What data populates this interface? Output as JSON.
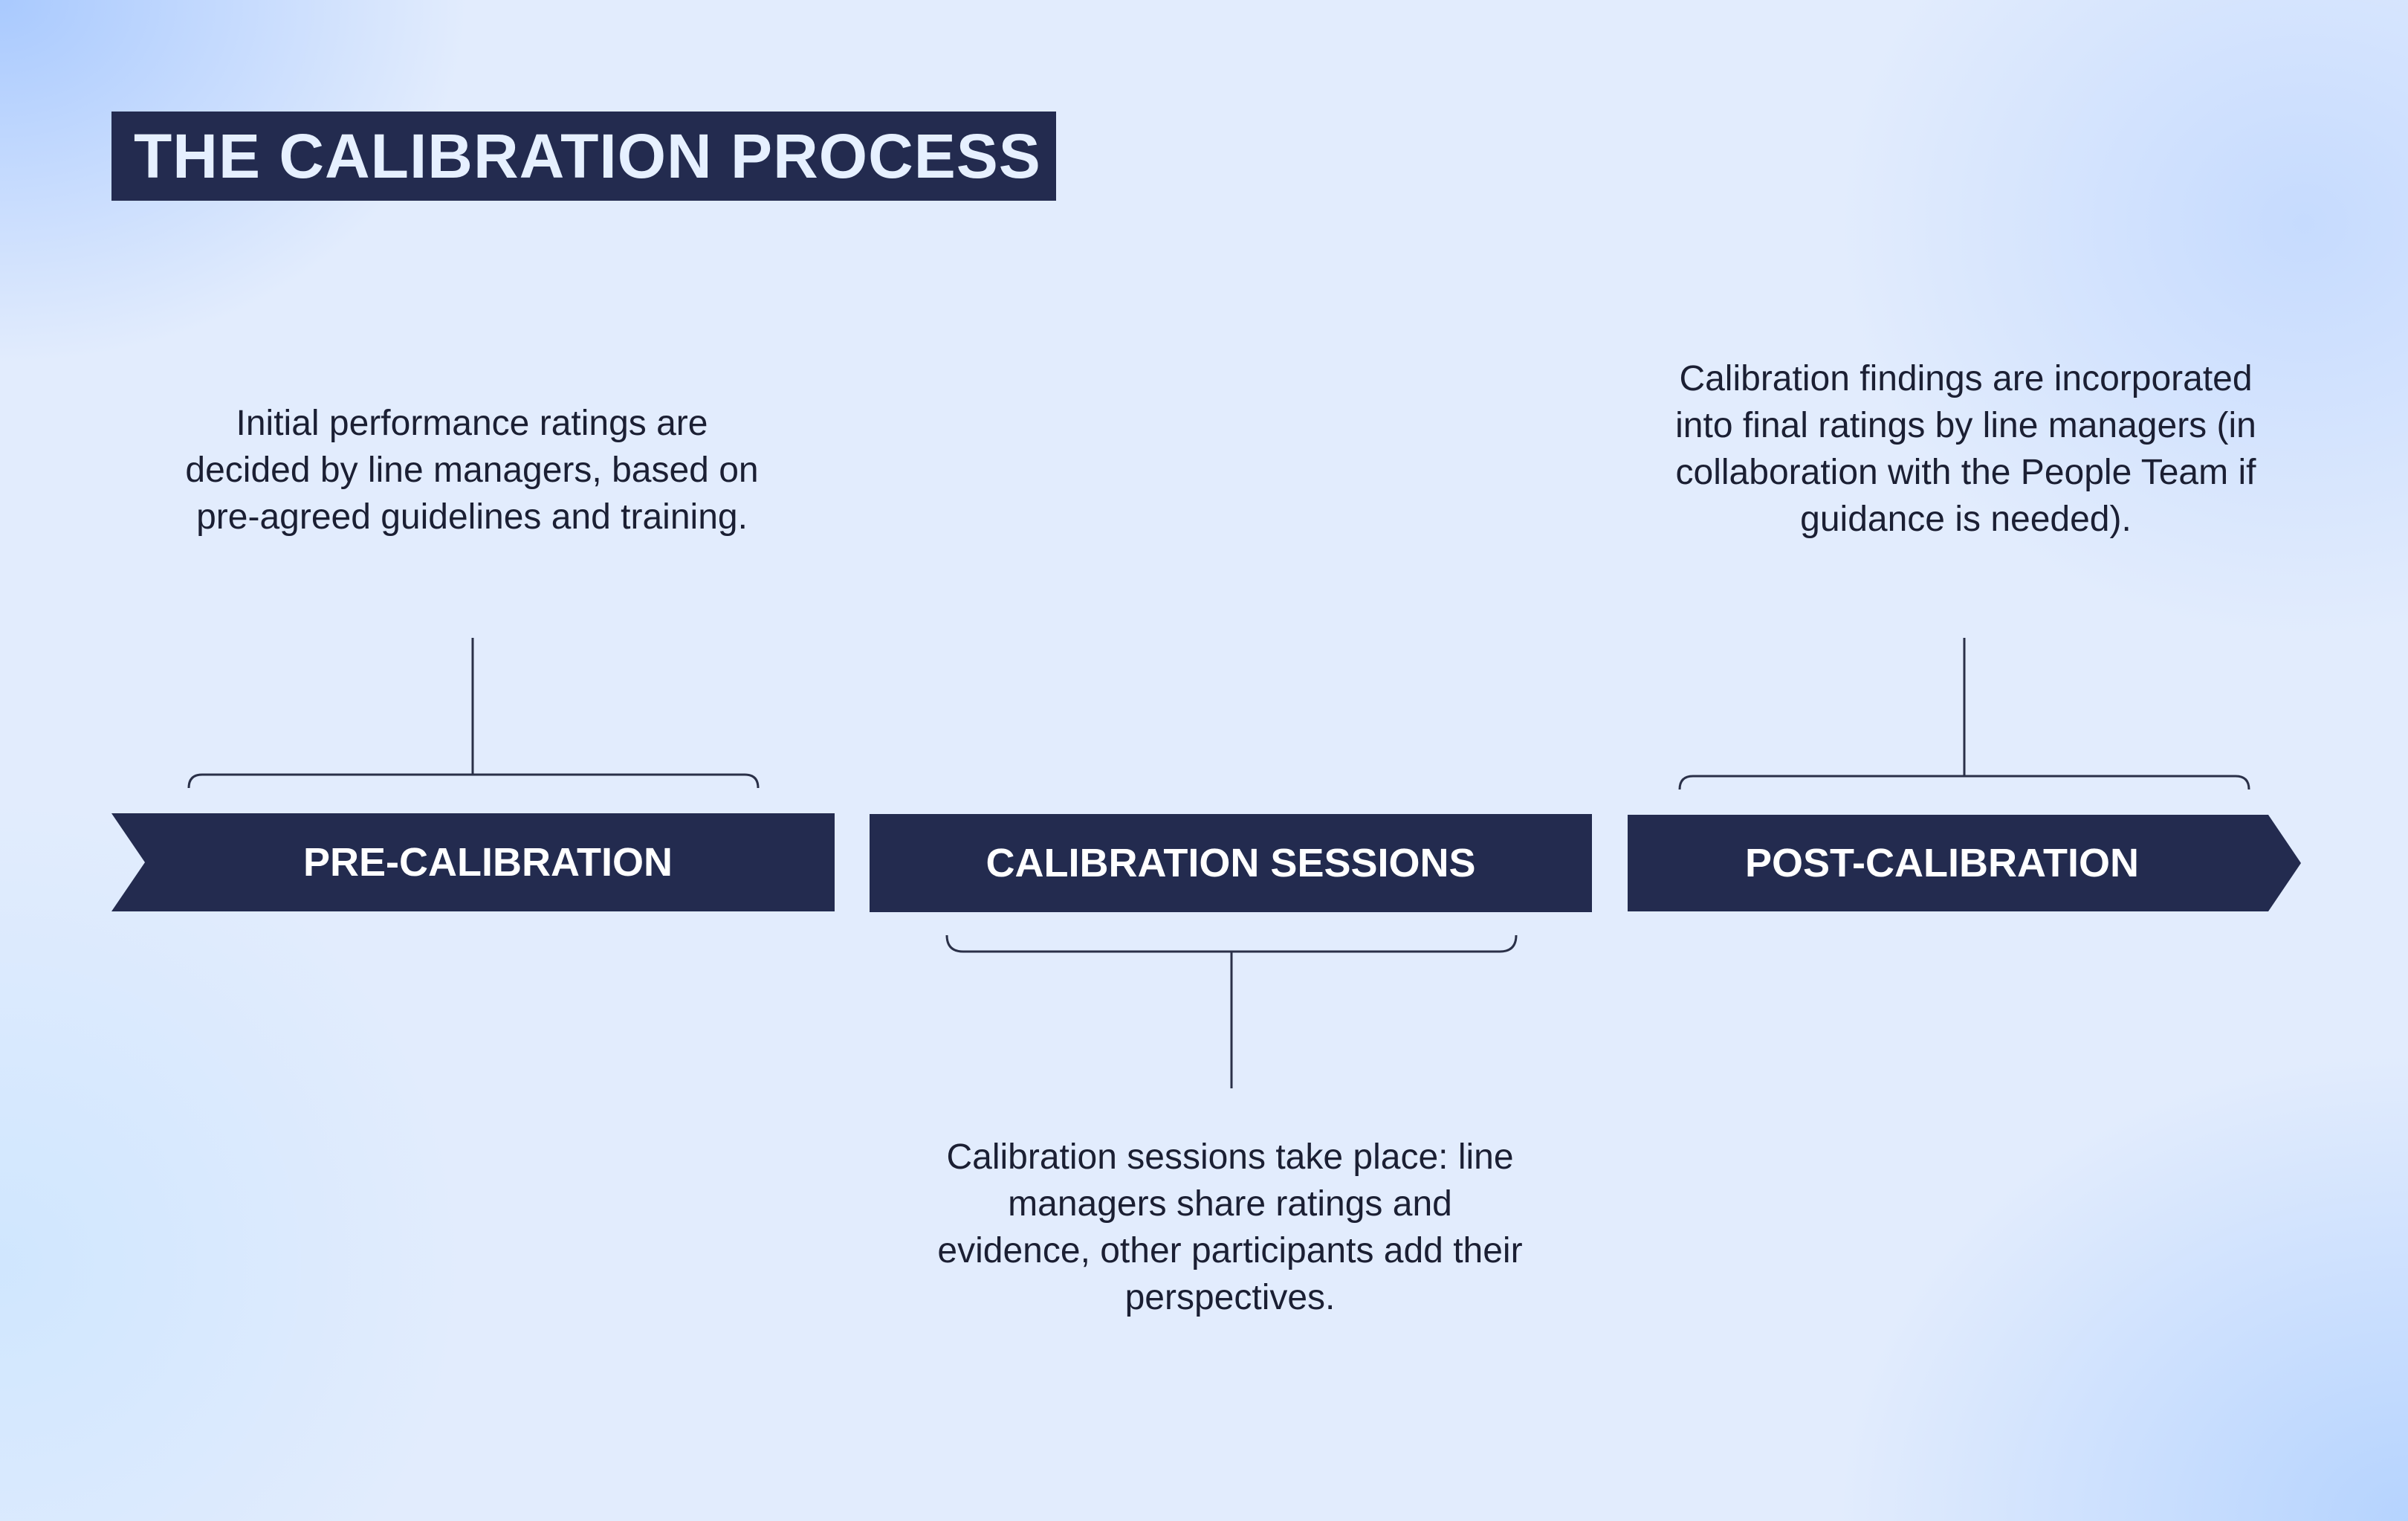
{
  "title": "THE CALIBRATION PROCESS",
  "stages": [
    {
      "label": "PRE-CALIBRATION",
      "description": "Initial performance ratings are decided by line managers, based on pre-agreed guidelines and training."
    },
    {
      "label": "CALIBRATION SESSIONS",
      "description": "Calibration sessions take place: line managers share ratings and evidence, other participants add their perspectives."
    },
    {
      "label": "POST-CALIBRATION",
      "description": "Calibration findings are incorporated into final ratings by line managers (in collaboration with the People Team if guidance is needed)."
    }
  ],
  "colors": {
    "banner": "#232b4f",
    "title_text": "#e6f0ff",
    "body_text": "#1b1f33",
    "connector": "#2a3048"
  }
}
